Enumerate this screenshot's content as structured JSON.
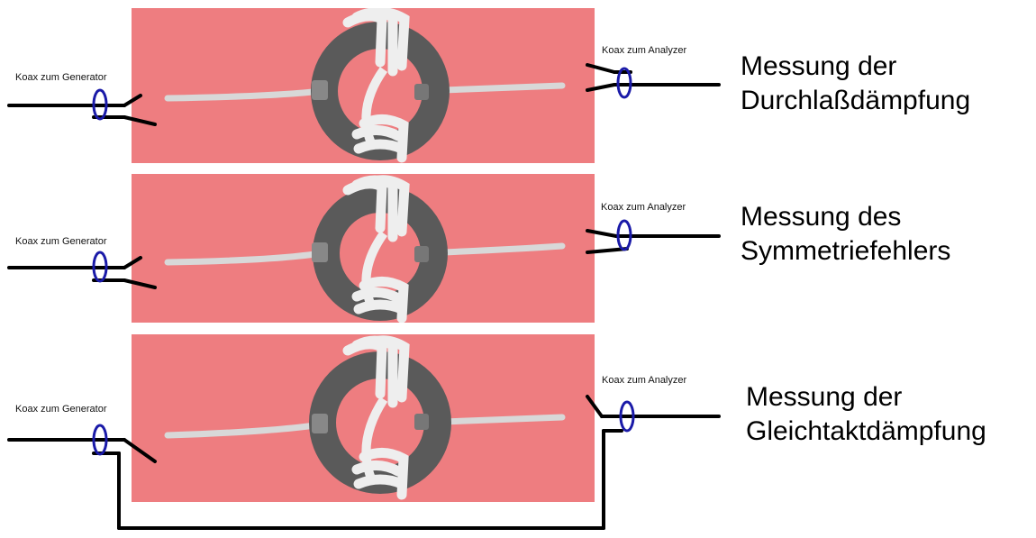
{
  "panels": [
    {
      "generator_label": "Koax zum Generator",
      "analyzer_label": "Koax zum Analyzer",
      "caption_line1": "Messung der",
      "caption_line2": "Durchlaßdämpfung"
    },
    {
      "generator_label": "Koax zum Generator",
      "analyzer_label": "Koax zum Analyzer",
      "caption_line1": "Messung des",
      "caption_line2": "Symmetriefehlers"
    },
    {
      "generator_label": "Koax zum Generator",
      "analyzer_label": "Koax zum Analyzer",
      "caption_line1": "Messung der",
      "caption_line2": "Gleichtaktdämpfung"
    }
  ],
  "colors": {
    "photo_background": "#ee7d80",
    "ferrite_core": "#5a5a5a",
    "winding_wire": "#eeeeee",
    "coax_ring": "#1a1aa8",
    "lead_wire": "#000000"
  }
}
